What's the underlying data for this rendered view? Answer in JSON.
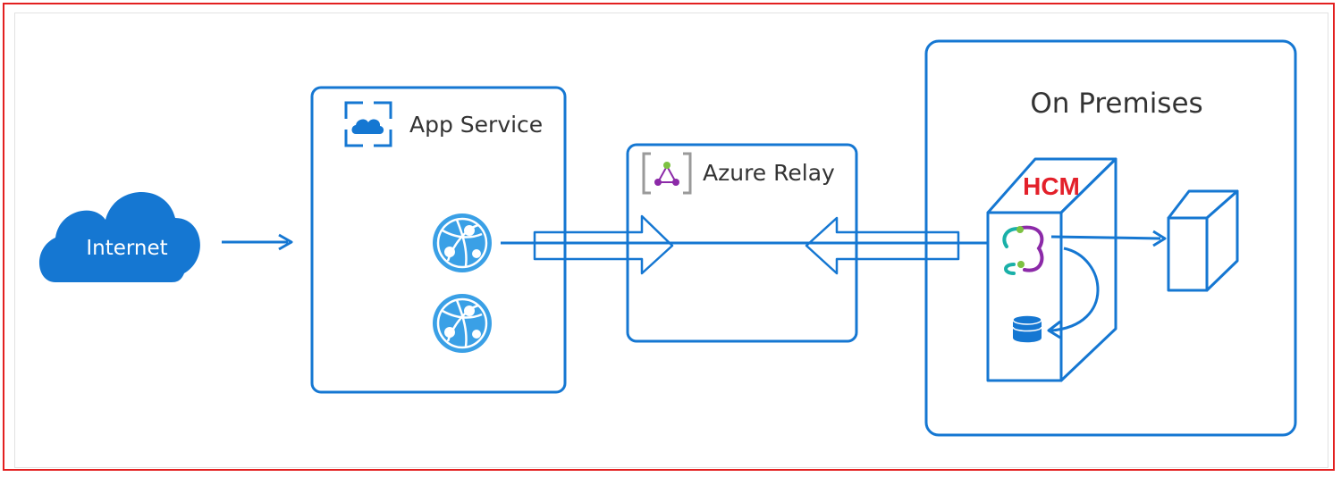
{
  "internet": {
    "label": "Internet"
  },
  "app_service": {
    "title": "App Service",
    "icon": "app-service-icon"
  },
  "azure_relay": {
    "title": "Azure Relay",
    "icon": "azure-relay-icon"
  },
  "on_premises": {
    "title": "On Premises"
  },
  "hcm": {
    "label": "HCM",
    "label_color": "#e3202a"
  },
  "icons": [
    "cloud-icon",
    "web-app-icon",
    "hybrid-connection-manager-icon",
    "database-icon",
    "server-icon"
  ],
  "colors": {
    "primary_blue": "#1577d2",
    "icon_blue": "#3aa0e6",
    "frame_red": "#e32020",
    "hcm_purple": "#8c2aa8",
    "hcm_teal": "#1ab0a8"
  }
}
